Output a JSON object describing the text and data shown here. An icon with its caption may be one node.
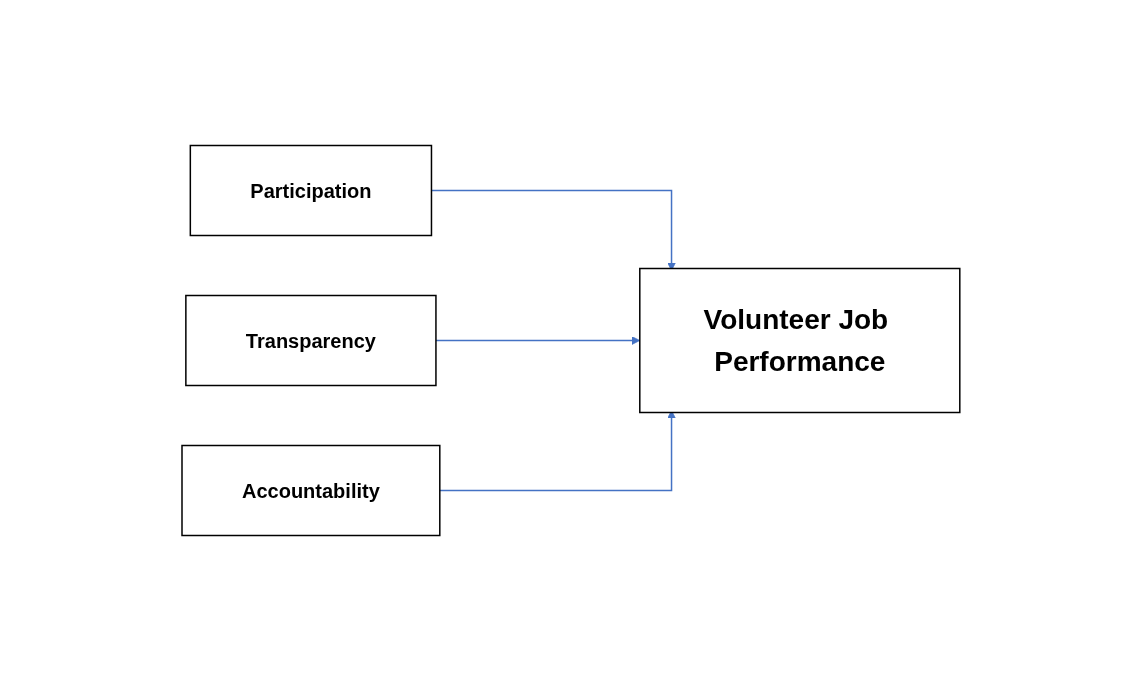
{
  "diagram": {
    "nodes": [
      {
        "text": [
          "Participation"
        ]
      },
      {
        "text": [
          "Transparency"
        ]
      },
      {
        "text": [
          "Accountability"
        ]
      },
      {
        "text": [
          "Volunteer Job Performance"
        ]
      }
    ],
    "edges": [
      {
        "from": 0,
        "to": 3,
        "arrow": "to"
      },
      {
        "from": 1,
        "to": 3,
        "arrow": "to"
      },
      {
        "from": 2,
        "to": 3,
        "arrow": "to"
      }
    ]
  }
}
